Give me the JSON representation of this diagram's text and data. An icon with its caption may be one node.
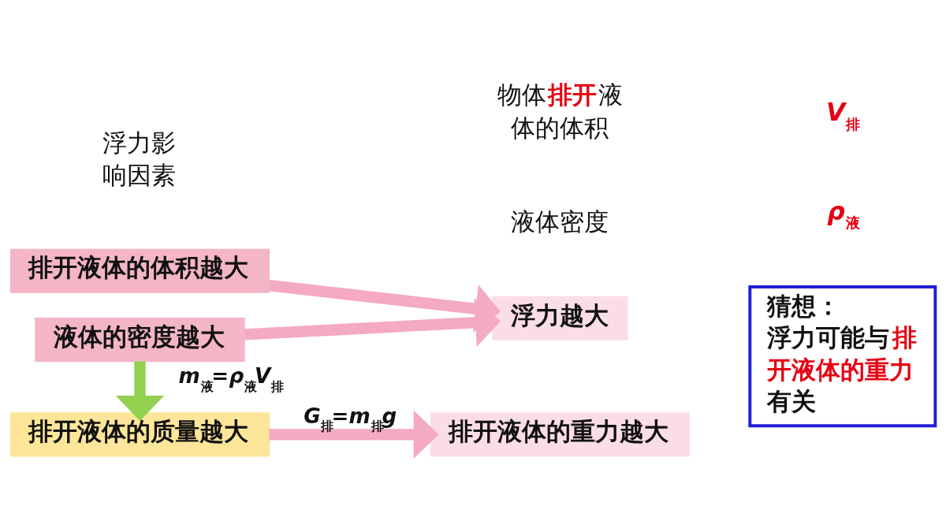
{
  "diagram": {
    "nodes": [
      {
        "text": [
          "排开液体的体积越大"
        ]
      },
      {
        "text": [
          "液体的密度越大"
        ]
      },
      {
        "text": [
          "浮力越大"
        ]
      },
      {
        "text": [
          "排开液体的质量越大"
        ]
      },
      {
        "text": [
          "排开液体的重力越大"
        ]
      },
      {
        "text": [
          "猜想：",
          "浮力可能与**排开液体的重力**有关"
        ]
      }
    ],
    "edges": [
      {
        "from": 0,
        "to": 2,
        "arrow": "to"
      },
      {
        "from": 1,
        "to": 2,
        "arrow": "to"
      },
      {
        "from": 1,
        "to": 3,
        "arrow": "to",
        "label": "*m*$_{液}$=*ρ*$_{液}$*V*$_{排}$",
        "color": "#92d050"
      },
      {
        "from": 3,
        "to": 4,
        "arrow": "to",
        "label": "*G*$_{排}$=*m*$_{排}$*g*"
      }
    ],
    "labels": [
      "浮力影响因素",
      "物体**排开**液体的体积",
      "*V*$_{排}$",
      "液体密度",
      "*ρ*$_{液}$"
    ]
  }
}
